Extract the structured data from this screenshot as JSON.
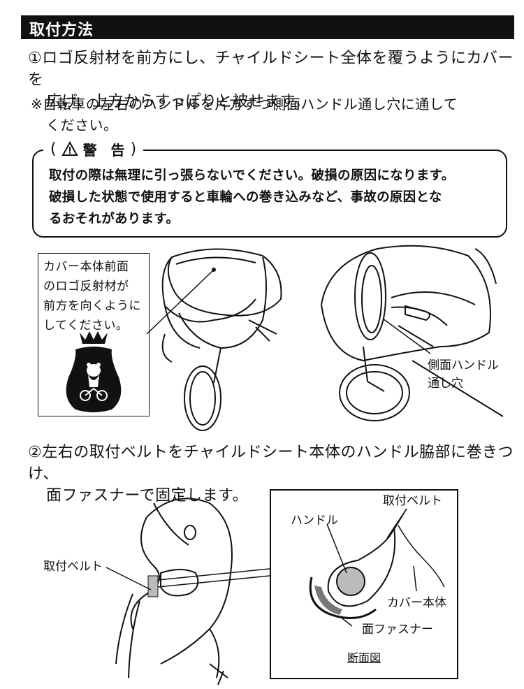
{
  "header": {
    "title": "取付方法"
  },
  "step1": {
    "line1": "①ロゴ反射材を前方にし、チャイルドシート全体を覆うようにカバーを",
    "line2": "広げ、上方からすっぽりと被せます。",
    "note_line1": "※自転車の左右のハンドルを片方ずつ側面ハンドル通し穴に通して",
    "note_line2": "ください。"
  },
  "warning": {
    "icon": "warning-triangle-icon",
    "label": "警　告",
    "line1": "取付の際は無理に引っ張らないでください。破損の原因になります。",
    "line2": "破損した状態で使用すると車輪への巻き込みなど、事故の原因とな",
    "line3": "るおそれがあります。"
  },
  "figure1": {
    "callout": {
      "line1": "カバー本体前面",
      "line2": "のロゴ反射材が",
      "line3": "前方を向くように",
      "line4": "してください。"
    },
    "side_label_line1": "側面ハンドル",
    "side_label_line2": "通し穴"
  },
  "step2": {
    "line1": "②左右の取付ベルトをチャイルドシート本体のハンドル脇部に巻きつけ、",
    "line2": "面ファスナーで固定します。"
  },
  "figure2": {
    "belt_label": "取付ベルト",
    "detail": {
      "handle_label": "ハンドル",
      "belt_label": "取付ベルト",
      "cover_label": "カバー本体",
      "fastener_label": "面ファスナー",
      "title": "断面図"
    }
  }
}
